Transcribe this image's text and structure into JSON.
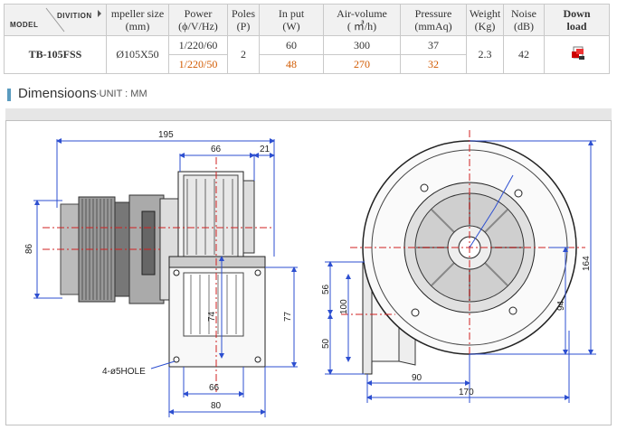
{
  "table": {
    "headers": {
      "model": "MODEL",
      "division": "DIVITION",
      "impeller": "mpeller size",
      "impeller_unit": "(mm)",
      "power": "Power",
      "power_unit": "(ϕ/V/Hz)",
      "poles": "Poles",
      "poles_unit": "(P)",
      "input": "In put",
      "input_unit": "(W)",
      "air": "Air-volume",
      "air_unit": "( ㎥/h)",
      "pressure": "Pressure",
      "pressure_unit": "(mmAq)",
      "weight": "Weight",
      "weight_unit": "(Kg)",
      "noise": "Noise",
      "noise_unit": "(dB)",
      "download": "Down",
      "download2": "load"
    },
    "row": {
      "model": "TB-105FSS",
      "impeller": "Ø105X50",
      "power_60": "1/220/60",
      "power_50": "1/220/50",
      "poles": "2",
      "input_60": "60",
      "input_50": "48",
      "air_60": "300",
      "air_50": "270",
      "pressure_60": "37",
      "pressure_50": "32",
      "weight": "2.3",
      "noise": "42"
    }
  },
  "section": {
    "title": "Dimensioons",
    "unit": "·UNIT : MM"
  },
  "drawing": {
    "dim_195": "195",
    "dim_66_top": "66",
    "dim_21": "21",
    "dim_86": "86",
    "dim_74": "74",
    "dim_77": "77",
    "hole_label": "4-ø5HOLE",
    "dim_66_bottom": "66",
    "dim_80": "80",
    "dim_56": "56",
    "dim_100": "100",
    "dim_50": "50",
    "dim_90": "90",
    "dim_170": "170",
    "dim_164": "164",
    "dim_94": "94"
  },
  "colors": {
    "accent_orange": "#d25a00",
    "download_gold": "#e8a000",
    "section_bar": "#5a9bbf",
    "dim_line": "#2d4fd0",
    "center_line": "#d02020"
  }
}
